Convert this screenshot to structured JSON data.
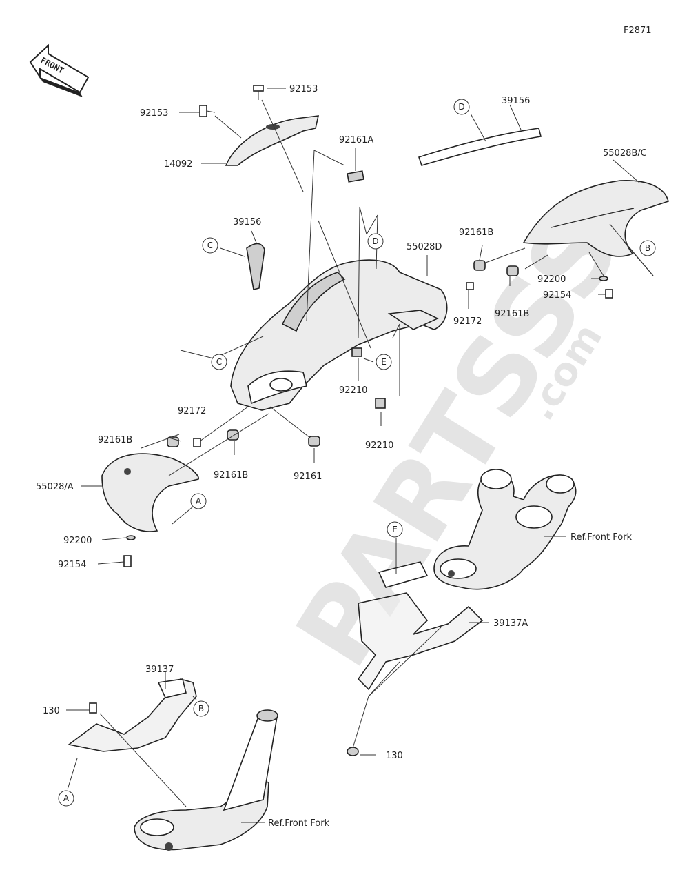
{
  "figure_code": "F2871",
  "front_arrow_label": "FRONT",
  "watermark": {
    "brand": "PARTSSS",
    "suffix": ".com"
  },
  "callouts": {
    "A_left": "A",
    "A_bottom": "A",
    "B_right": "B",
    "B_bottom": "B",
    "C_upper": "C",
    "C_lower": "C",
    "D_upper": "D",
    "D_right": "D",
    "E_upper": "E",
    "E_lower": "E"
  },
  "labels": {
    "p92153_top": "92153",
    "p92153_left": "92153",
    "p14092": "14092",
    "p92161A": "92161A",
    "p39156_top": "39156",
    "p55028BC": "55028B/C",
    "p39156_left": "39156",
    "p55028D": "55028D",
    "p92161B_r1": "92161B",
    "p92200_r": "92200",
    "p92154_r": "92154",
    "p92172_r": "92172",
    "p92161B_r2": "92161B",
    "p92210_a": "92210",
    "p92172_l": "92172",
    "p92210_b": "92210",
    "p92161B_l": "92161B",
    "p92161B_m": "92161B",
    "p92161": "92161",
    "p55028A": "55028/A",
    "p92200_l": "92200",
    "p92154_l": "92154",
    "ref_fork_top": "Ref.Front Fork",
    "p39137A": "39137A",
    "p39137": "39137",
    "p130_l": "130",
    "p130_r": "130",
    "ref_fork_bottom": "Ref.Front Fork"
  }
}
